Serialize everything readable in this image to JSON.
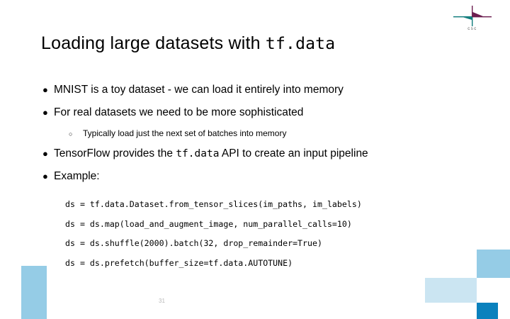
{
  "slide": {
    "title_prefix": "Loading large datasets with ",
    "title_mono": "tf.data",
    "page_number": "31"
  },
  "logo": {
    "name": "csc-logo",
    "caption": "csc",
    "color_teal": "#0d7b7b",
    "color_purple": "#6b1c4e"
  },
  "bullets": [
    {
      "level": 1,
      "marker": "●",
      "text": "MNIST is a toy dataset - we can load it entirely into memory"
    },
    {
      "level": 1,
      "marker": "●",
      "text": "For real datasets we need to be more sophisticated"
    },
    {
      "level": 2,
      "marker": "○",
      "text": "Typically load just the next set of batches into memory"
    },
    {
      "level": 1,
      "marker": "●",
      "text_before": "TensorFlow provides the ",
      "text_mono": "tf.data",
      "text_after": " API to create an input pipeline"
    },
    {
      "level": 1,
      "marker": "●",
      "text": "Example:"
    }
  ],
  "code_lines": [
    "ds = tf.data.Dataset.from_tensor_slices(im_paths, im_labels)",
    "ds = ds.map(load_and_augment_image, num_parallel_calls=10)",
    "ds = ds.shuffle(2000).batch(32, drop_remainder=True)",
    "ds = ds.prefetch(buffer_size=tf.data.AUTOTUNE)"
  ],
  "decorations": {
    "left_block_color": "#95cce6",
    "top_right_block_color": "#95cce6",
    "mid_block_color": "#cbe5f2",
    "bottom_right_block_color": "#0a81bd"
  }
}
